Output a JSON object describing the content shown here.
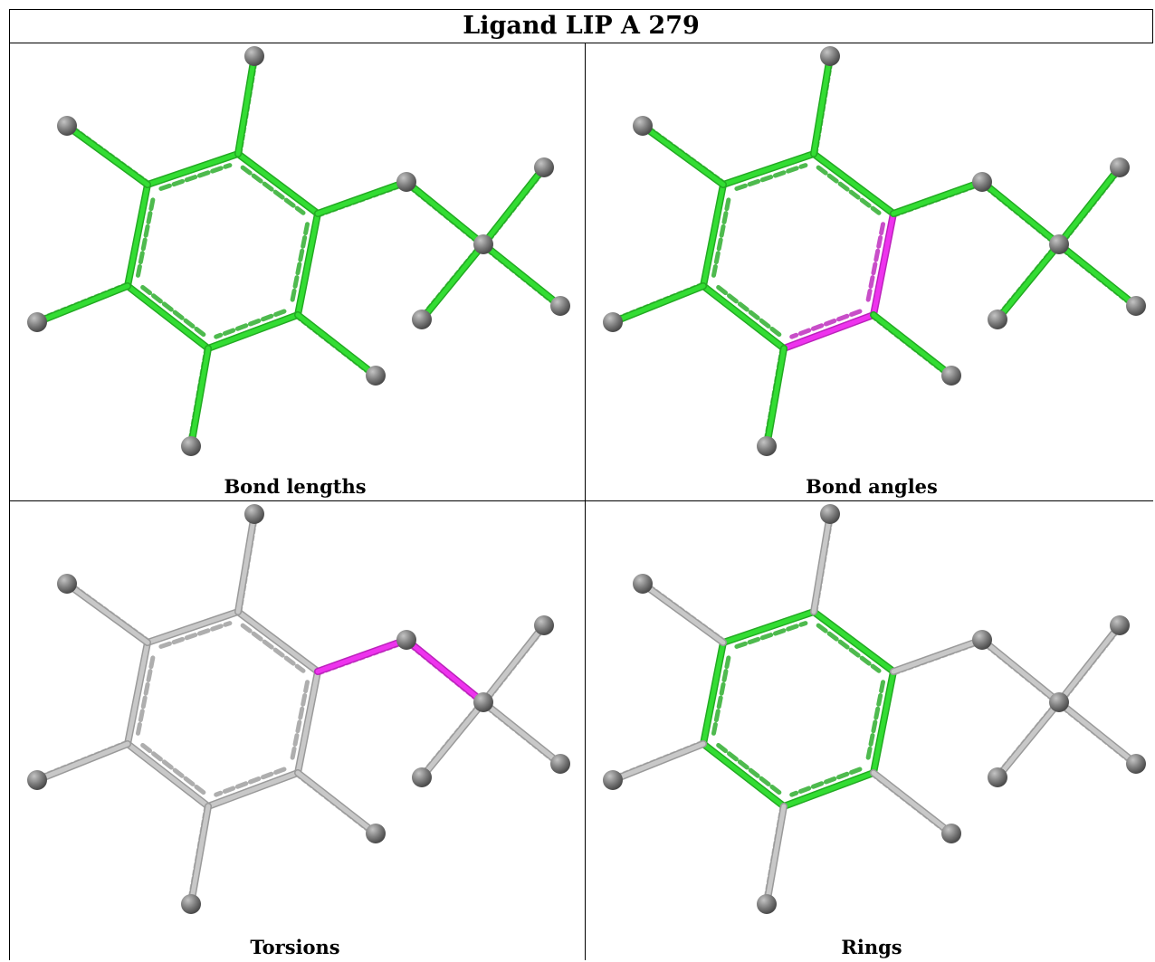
{
  "title": "Ligand LIP A 279",
  "panels": [
    {
      "key": "lengths",
      "caption": "Bond lengths"
    },
    {
      "key": "angles",
      "caption": "Bond angles"
    },
    {
      "key": "torsions",
      "caption": "Torsions"
    },
    {
      "key": "rings",
      "caption": "Rings"
    }
  ],
  "molecule": {
    "atoms": [
      {
        "id": "C1"
      },
      {
        "id": "C2"
      },
      {
        "id": "C3"
      },
      {
        "id": "C4"
      },
      {
        "id": "C5"
      },
      {
        "id": "C6"
      },
      {
        "id": "S1"
      },
      {
        "id": "C7"
      },
      {
        "id": "F1"
      },
      {
        "id": "F2"
      },
      {
        "id": "F3"
      },
      {
        "id": "X1"
      },
      {
        "id": "X2"
      },
      {
        "id": "X3"
      },
      {
        "id": "X4"
      },
      {
        "id": "X5"
      }
    ],
    "bonds": [
      {
        "a": 0,
        "b": 1,
        "ring": true,
        "inner": true
      },
      {
        "a": 1,
        "b": 2,
        "ring": true,
        "inner": true
      },
      {
        "a": 2,
        "b": 3,
        "ring": true,
        "inner": true
      },
      {
        "a": 3,
        "b": 4,
        "ring": true,
        "inner": true
      },
      {
        "a": 4,
        "b": 5,
        "ring": true,
        "inner": true
      },
      {
        "a": 5,
        "b": 0,
        "ring": true,
        "inner": true
      },
      {
        "a": 0,
        "b": 11,
        "ring": false
      },
      {
        "a": 5,
        "b": 12,
        "ring": false
      },
      {
        "a": 4,
        "b": 13,
        "ring": false
      },
      {
        "a": 3,
        "b": 14,
        "ring": false
      },
      {
        "a": 2,
        "b": 15,
        "ring": false
      },
      {
        "a": 1,
        "b": 6,
        "ring": false
      },
      {
        "a": 6,
        "b": 7,
        "ring": false
      },
      {
        "a": 7,
        "b": 8,
        "ring": false
      },
      {
        "a": 7,
        "b": 9,
        "ring": false
      },
      {
        "a": 7,
        "b": 10,
        "ring": false
      }
    ],
    "terminal_atoms": [
      6,
      7,
      8,
      9,
      10,
      11,
      12,
      13,
      14,
      15
    ]
  },
  "highlights": {
    "lengths": {
      "green_bonds": "all",
      "magenta_bonds": []
    },
    "angles": {
      "green_bonds": "all",
      "magenta_bonds": [
        1,
        2
      ]
    },
    "torsions": {
      "green_bonds": [],
      "magenta_bonds": [
        11,
        12
      ]
    },
    "rings": {
      "green_bonds": [
        0,
        1,
        2,
        3,
        4,
        5
      ],
      "magenta_bonds": []
    }
  },
  "colors": {
    "green": "#33dd33",
    "green_dark": "#22aa22",
    "magenta": "#ee33ee",
    "magenta_dark": "#bb22bb",
    "gray_bond": "#c8c8c8",
    "gray_bond_dark": "#9a9a9a",
    "atom": "#7f7f7f",
    "atom_highlight": "#c4c4c4",
    "atom_shadow": "#4a4a4a"
  }
}
